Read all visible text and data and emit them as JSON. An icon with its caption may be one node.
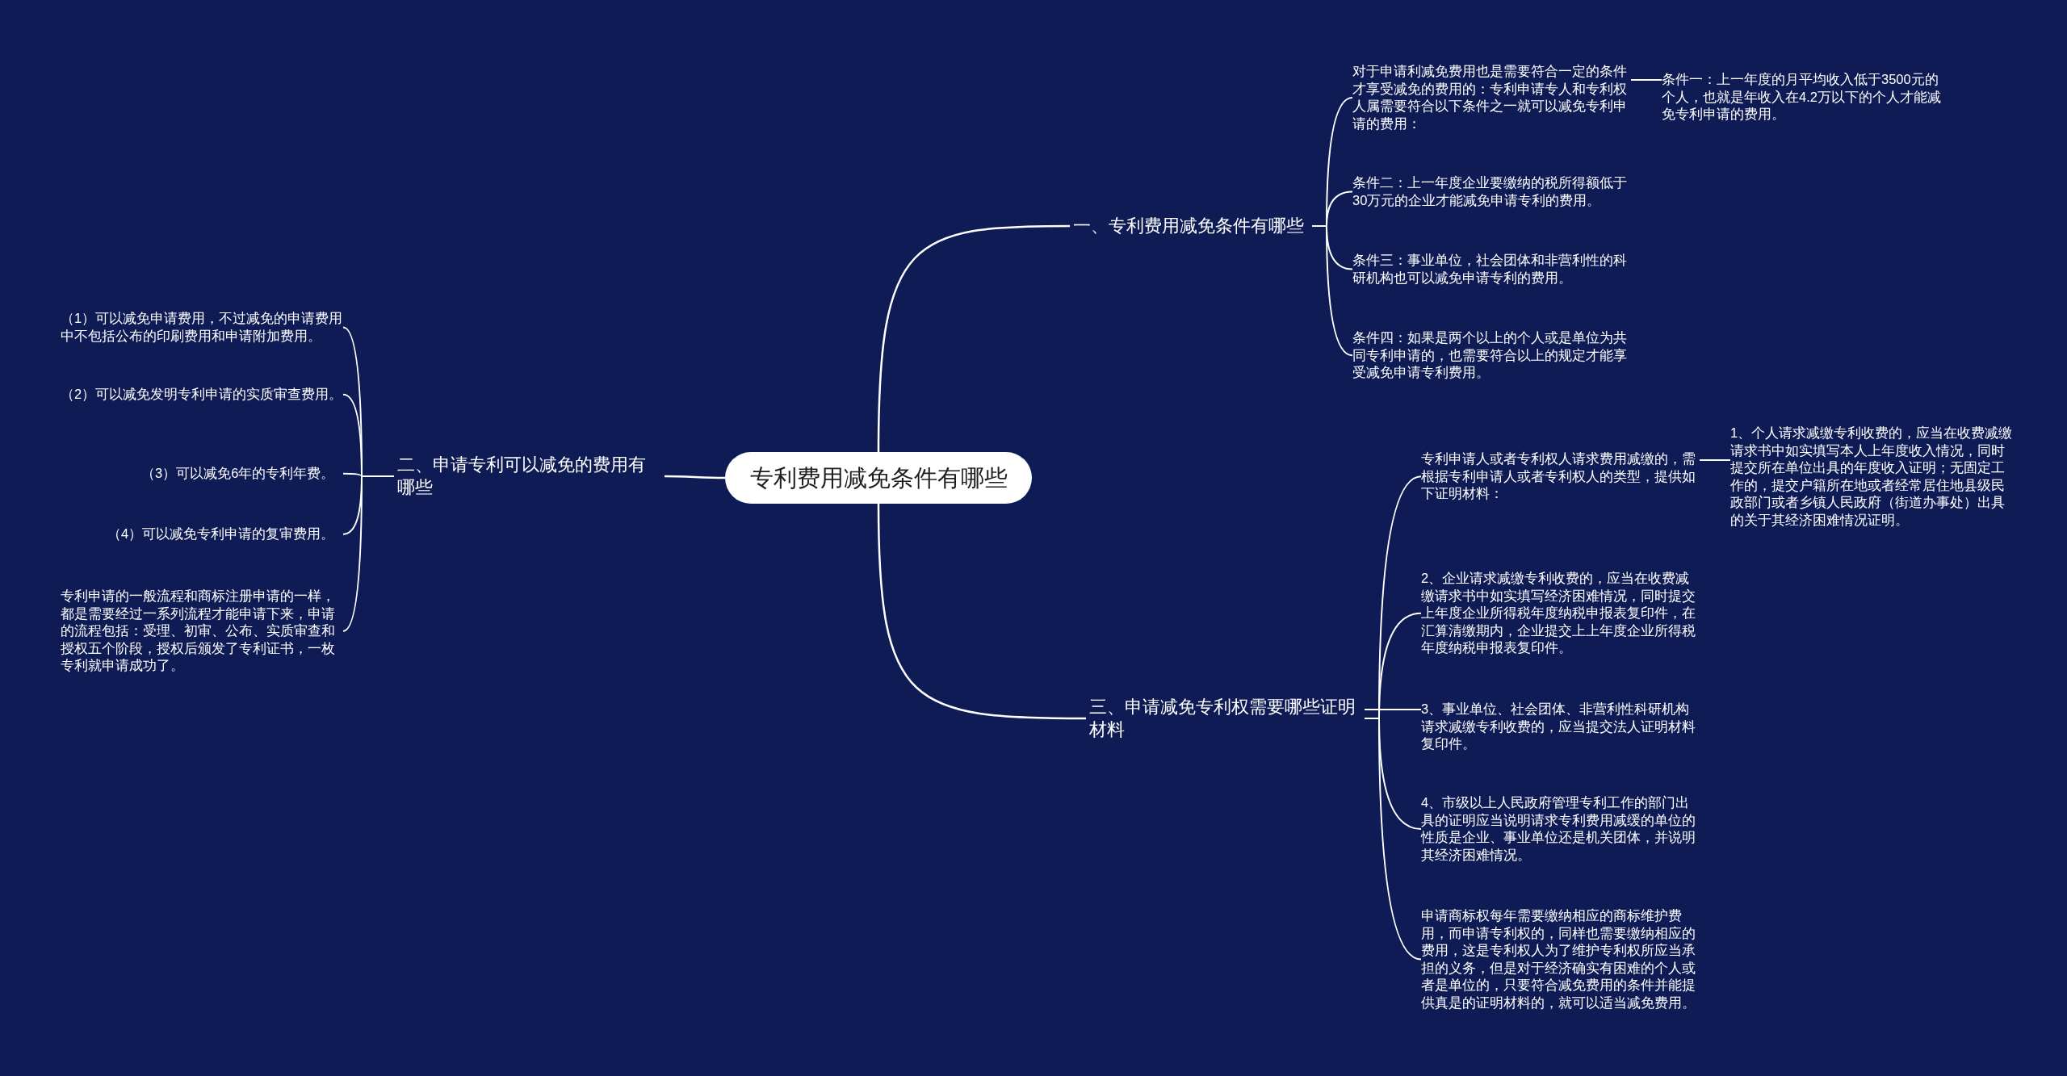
{
  "diagram": {
    "nodes": [
      {
        "text": [
          "专利费用减免条件有哪些"
        ]
      },
      {
        "text": [
          "一、专利费用减免条件有哪些"
        ]
      },
      {
        "text": [
          "对于申请利减免费用也是需要符合一定的条件才享受减免的费用的：专利申请专人和专利权人属需要符合以下条件之一就可以减免专利申请的费用："
        ]
      },
      {
        "text": [
          "条件一：上一年度的月平均收入低于3500元的个人，也就是年收入在4.2万以下的个人才能减免专利申请的费用。"
        ]
      },
      {
        "text": [
          "条件二：上一年度企业要缴纳的税所得额低于30万元的企业才能减免申请专利的费用。"
        ]
      },
      {
        "text": [
          "条件三：事业单位，社会团体和非营利性的科研机构也可以减免申请专利的费用。"
        ]
      },
      {
        "text": [
          "条件四：如果是两个以上的个人或是单位为共同专利申请的，也需要符合以上的规定才能享受减免申请专利费用。"
        ]
      },
      {
        "text": [
          "二、申请专利可以减免的费用有哪些"
        ]
      },
      {
        "text": [
          "（1）可以减免申请费用，不过减免的申请费用中不包括公布的印刷费用和申请附加费用。"
        ]
      },
      {
        "text": [
          "（2）可以减免发明专利申请的实质审查费用。"
        ]
      },
      {
        "text": [
          "（3）可以减免6年的专利年费。"
        ]
      },
      {
        "text": [
          "（4）可以减免专利申请的复审费用。"
        ]
      },
      {
        "text": [
          "专利申请的一般流程和商标注册申请的一样，都是需要经过一系列流程才能申请下来，申请的流程包括：受理、初审、公布、实质审查和授权五个阶段，授权后颁发了专利证书，一枚专利就申请成功了。"
        ]
      },
      {
        "text": [
          "三、申请减免专利权需要哪些证明材料"
        ]
      },
      {
        "text": [
          "专利申请人或者专利权人请求费用减缴的，需根据专利申请人或者专利权人的类型，提供如下证明材料："
        ]
      },
      {
        "text": [
          "1、个人请求减缴专利收费的，应当在收费减缴请求书中如实填写本人上年度收入情况，同时提交所在单位出具的年度收入证明；无固定工作的，提交户籍所在地或者经常居住地县级民政部门或者乡镇人民政府（街道办事处）出具的关于其经济困难情况证明。"
        ]
      },
      {
        "text": [
          "2、企业请求减缴专利收费的，应当在收费减缴请求书中如实填写经济困难情况，同时提交上年度企业所得税年度纳税申报表复印件，在汇算清缴期内，企业提交上上年度企业所得税年度纳税申报表复印件。"
        ]
      },
      {
        "text": [
          "3、事业单位、社会团体、非营利性科研机构请求减缴专利收费的，应当提交法人证明材料复印件。"
        ]
      },
      {
        "text": [
          "4、市级以上人民政府管理专利工作的部门出具的证明应当说明请求专利费用减缓的单位的性质是企业、事业单位还是机关团体，并说明其经济困难情况。"
        ]
      },
      {
        "text": [
          "申请商标权每年需要缴纳相应的商标维护费用，而申请专利权的，同样也需要缴纳相应的费用，这是专利权人为了维护专利权所应当承担的义务，但是对于经济确实有困难的个人或者是单位的，只要符合减免费用的条件并能提供真是的证明材料的，就可以适当减免费用。"
        ]
      }
    ],
    "edges": [
      {
        "from": 0,
        "to": 1,
        "arrow": "none"
      },
      {
        "from": 1,
        "to": 2,
        "arrow": "none"
      },
      {
        "from": 2,
        "to": 3,
        "arrow": "none"
      },
      {
        "from": 1,
        "to": 4,
        "arrow": "none"
      },
      {
        "from": 1,
        "to": 5,
        "arrow": "none"
      },
      {
        "from": 1,
        "to": 6,
        "arrow": "none"
      },
      {
        "from": 0,
        "to": 7,
        "arrow": "none"
      },
      {
        "from": 7,
        "to": 8,
        "arrow": "none"
      },
      {
        "from": 7,
        "to": 9,
        "arrow": "none"
      },
      {
        "from": 7,
        "to": 10,
        "arrow": "none"
      },
      {
        "from": 7,
        "to": 11,
        "arrow": "none"
      },
      {
        "from": 7,
        "to": 12,
        "arrow": "none"
      },
      {
        "from": 0,
        "to": 13,
        "arrow": "none"
      },
      {
        "from": 13,
        "to": 14,
        "arrow": "none"
      },
      {
        "from": 14,
        "to": 15,
        "arrow": "none"
      },
      {
        "from": 13,
        "to": 16,
        "arrow": "none"
      },
      {
        "from": 13,
        "to": 17,
        "arrow": "none"
      },
      {
        "from": 13,
        "to": 18,
        "arrow": "none"
      },
      {
        "from": 13,
        "to": 19,
        "arrow": "none"
      }
    ]
  }
}
